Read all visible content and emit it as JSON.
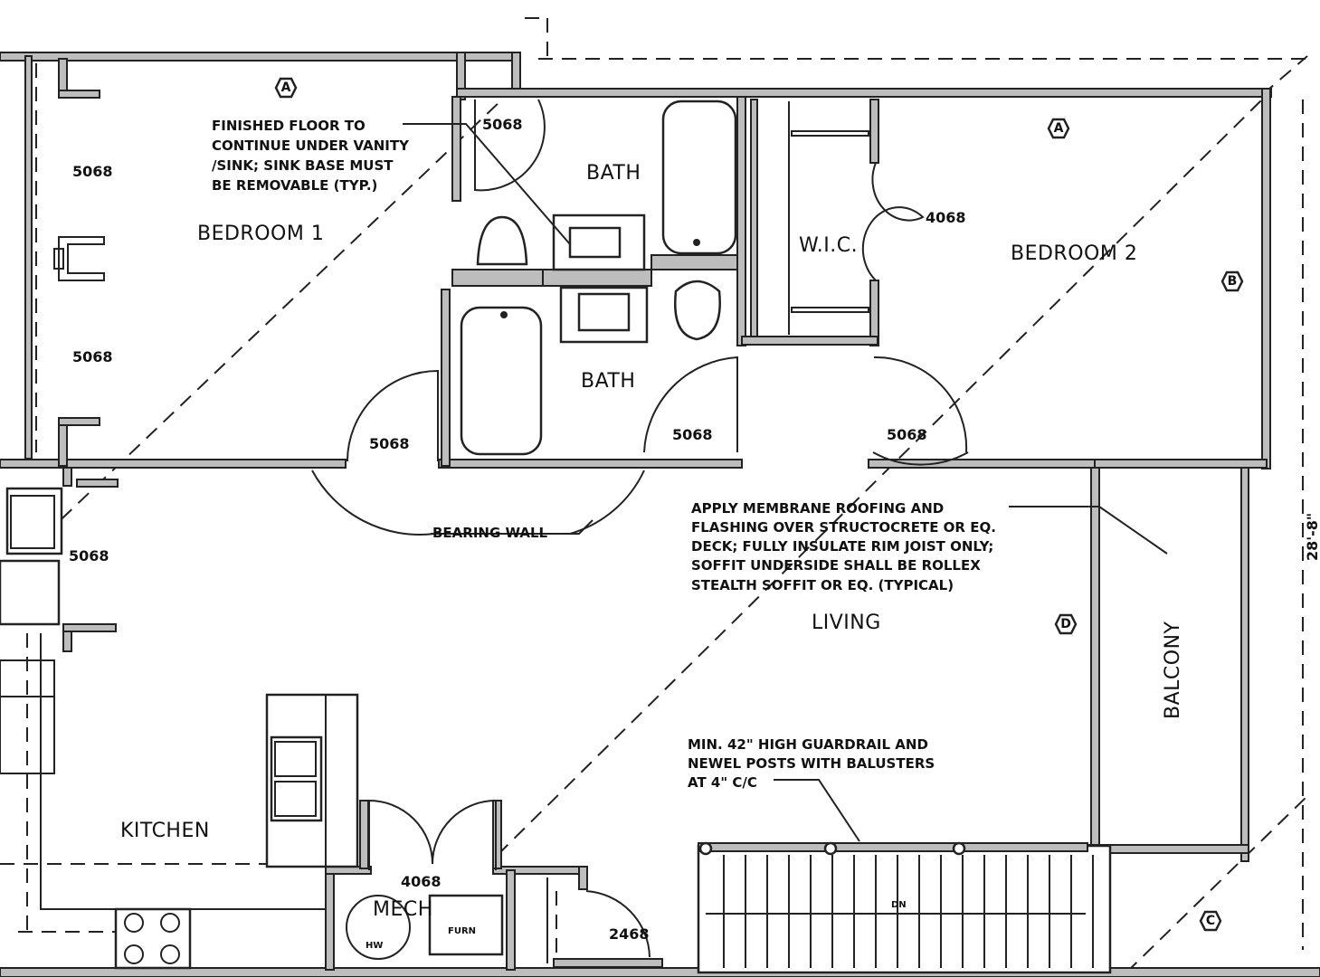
{
  "rooms": {
    "bedroom1": "BEDROOM 1",
    "bedroom2": "BEDROOM 2",
    "bath_upper": "BATH",
    "bath_lower": "BATH",
    "wic": "W.I.C.",
    "living": "LIVING",
    "balcony": "BALCONY",
    "kitchen": "KITCHEN",
    "mech": "MECH",
    "furn": "FURN",
    "hw": "HW",
    "stair_dn": "DN"
  },
  "doors": {
    "d1": "5068",
    "d2": "5068",
    "d3": "5068",
    "d4": "5068",
    "d5": "5068",
    "d6": "5068",
    "d7": "5068",
    "d8": "4068",
    "d9": "4068",
    "d10": "2468"
  },
  "notes": {
    "floor": [
      "FINISHED FLOOR TO",
      "CONTINUE UNDER VANITY",
      "/SINK; SINK BASE MUST",
      "BE REMOVABLE (TYP.)"
    ],
    "roofing": [
      "APPLY MEMBRANE ROOFING AND",
      "FLASHING OVER STRUCTOCRETE OR EQ.",
      "DECK; FULLY INSULATE RIM JOIST ONLY;",
      "SOFFIT UNDERSIDE SHALL BE ROLLEX",
      "STEALTH SOFFIT OR EQ. (TYPICAL)"
    ],
    "guardrail": [
      "MIN. 42\" HIGH GUARDRAIL AND",
      "NEWEL POSTS WITH BALUSTERS",
      "AT 4\" C/C"
    ],
    "bearing_wall": "BEARING WALL"
  },
  "markers": {
    "a1": "A",
    "a2": "A",
    "b": "B",
    "c": "C",
    "d": "D"
  },
  "dimension": "28'-8\""
}
